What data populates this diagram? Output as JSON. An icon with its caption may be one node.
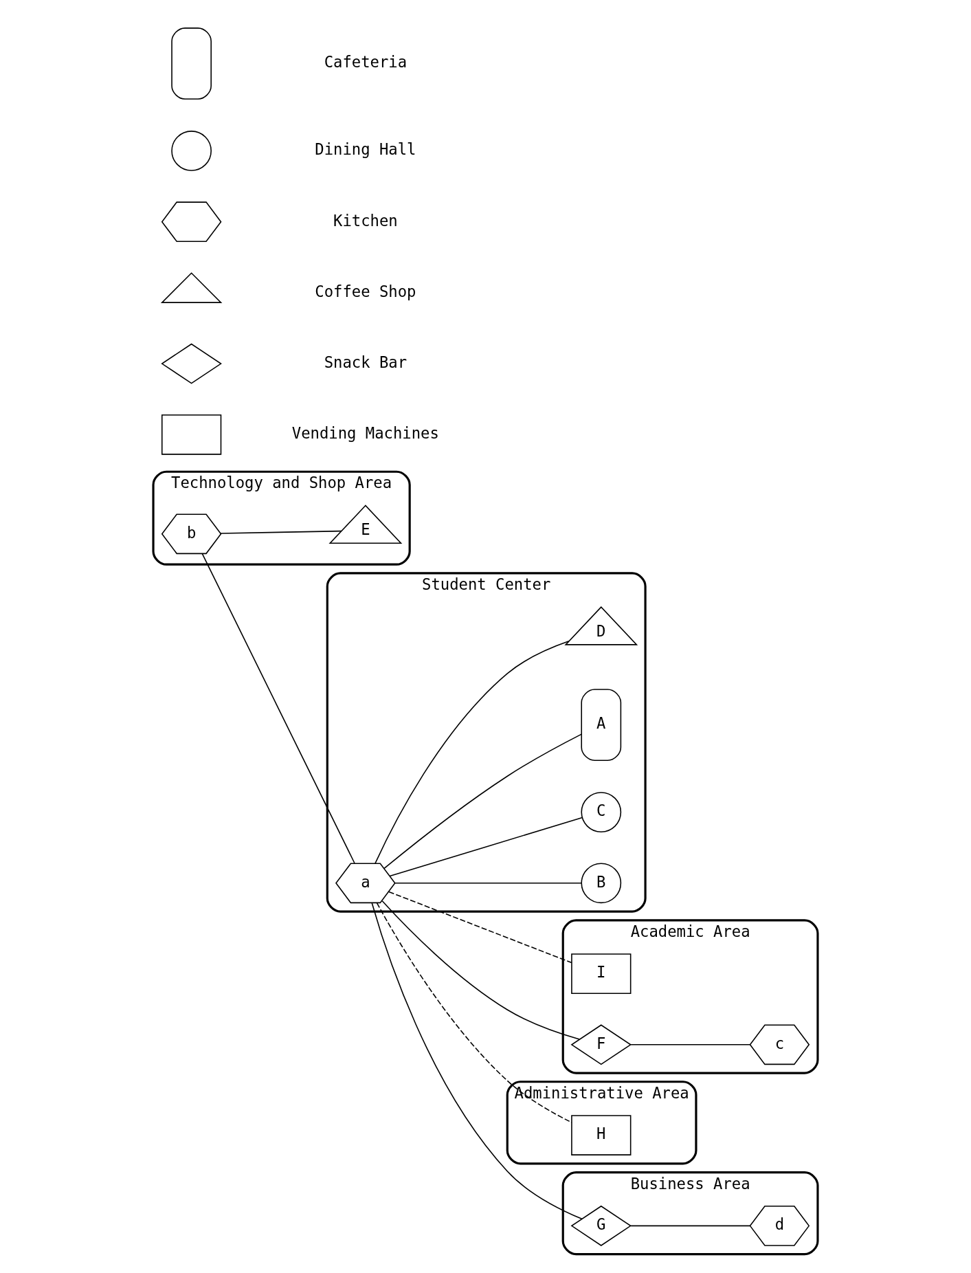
{
  "diagram": {
    "nodes": [
      {
        "text": [
          "Technology and Shop Area"
        ]
      },
      {
        "text": [
          "b"
        ],
        "in": 0
      },
      {
        "text": [
          "E"
        ],
        "in": 0
      },
      {
        "text": [
          "Academic Area"
        ]
      },
      {
        "text": [
          "I"
        ],
        "in": 3
      },
      {
        "text": [
          "F"
        ],
        "in": 3
      },
      {
        "text": [
          "c"
        ],
        "in": 3
      },
      {
        "text": [
          "Student Center"
        ]
      },
      {
        "text": [
          "a"
        ],
        "in": 7
      },
      {
        "text": [
          "B"
        ],
        "in": 7
      },
      {
        "text": [
          "C"
        ],
        "in": 7
      },
      {
        "text": [
          "A"
        ],
        "in": 7
      },
      {
        "text": [
          "D"
        ],
        "in": 7
      },
      {
        "text": [
          "Administrative Area"
        ]
      },
      {
        "text": [
          "H"
        ],
        "in": 13
      },
      {
        "text": [
          "Business Area"
        ]
      },
      {
        "text": [
          "G"
        ],
        "in": 15
      },
      {
        "text": [
          "d"
        ],
        "in": 15
      },
      {
        "text": [],
        "shape": "oval"
      },
      {
        "text": [],
        "shape": "circle"
      },
      {
        "text": [],
        "shape": "hexagon"
      },
      {
        "text": [],
        "shape": "triangle"
      },
      {
        "text": [],
        "shape": "diamond"
      },
      {
        "text": [],
        "shape": "box"
      }
    ],
    "edges": [
      {
        "from": 1,
        "to": 2,
        "arrow": "none"
      },
      {
        "from": 1,
        "to": 8,
        "arrow": "none"
      },
      {
        "from": 8,
        "to": 4,
        "arrow": "none",
        "style": "dashed"
      },
      {
        "from": 8,
        "to": 5,
        "arrow": "none"
      },
      {
        "from": 5,
        "to": 6,
        "arrow": "none"
      },
      {
        "from": 8,
        "to": 9,
        "arrow": "none"
      },
      {
        "from": 8,
        "to": 10,
        "arrow": "none"
      },
      {
        "from": 8,
        "to": 11,
        "arrow": "none"
      },
      {
        "from": 8,
        "to": 12,
        "arrow": "none"
      },
      {
        "from": 8,
        "to": 14,
        "arrow": "none",
        "style": "dashed"
      },
      {
        "from": 8,
        "to": 16,
        "arrow": "none"
      },
      {
        "from": 16,
        "to": 17,
        "arrow": "none"
      }
    ],
    "legend": [
      {
        "text": "Cafeteria"
      },
      {
        "text": "Dining Hall"
      },
      {
        "text": "Kitchen"
      },
      {
        "text": "Coffee Shop"
      },
      {
        "text": "Snack Bar"
      },
      {
        "text": "Vending Machines"
      }
    ]
  }
}
